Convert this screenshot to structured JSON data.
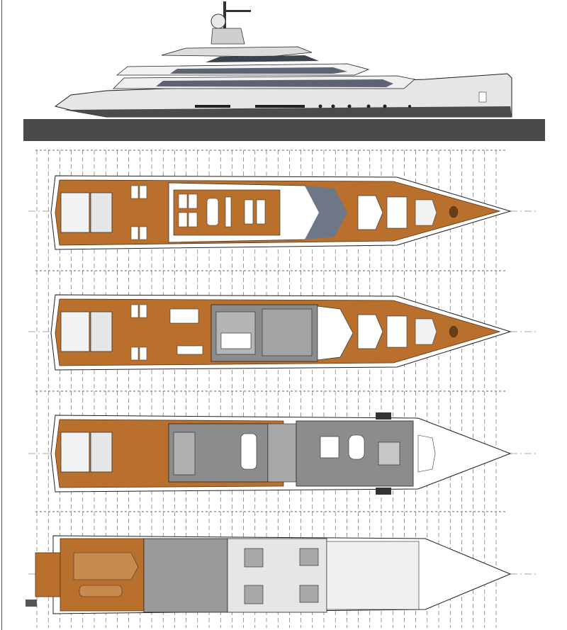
{
  "drawing": {
    "profile": {
      "plate_text": "",
      "maker_text": ""
    },
    "decks": [
      {
        "key": "sun",
        "label": ""
      },
      {
        "key": "upper",
        "label": ""
      },
      {
        "key": "main",
        "label": ""
      },
      {
        "key": "lower",
        "label": ""
      }
    ]
  },
  "colors": {
    "teak": "#b9702d",
    "teak_dark": "#8a4f1c",
    "hull_grey": "#d9d9d9",
    "interior_grey": "#8c8c8c",
    "glass": "#6d7788",
    "line": "#1e1e1e",
    "ground": "#4a4a4a"
  },
  "icons": [
    "jet-ski-icon",
    "tender-icon",
    "sunbed-icon",
    "dining-table-icon",
    "sofa-icon",
    "bed-icon",
    "bathtub-icon"
  ]
}
